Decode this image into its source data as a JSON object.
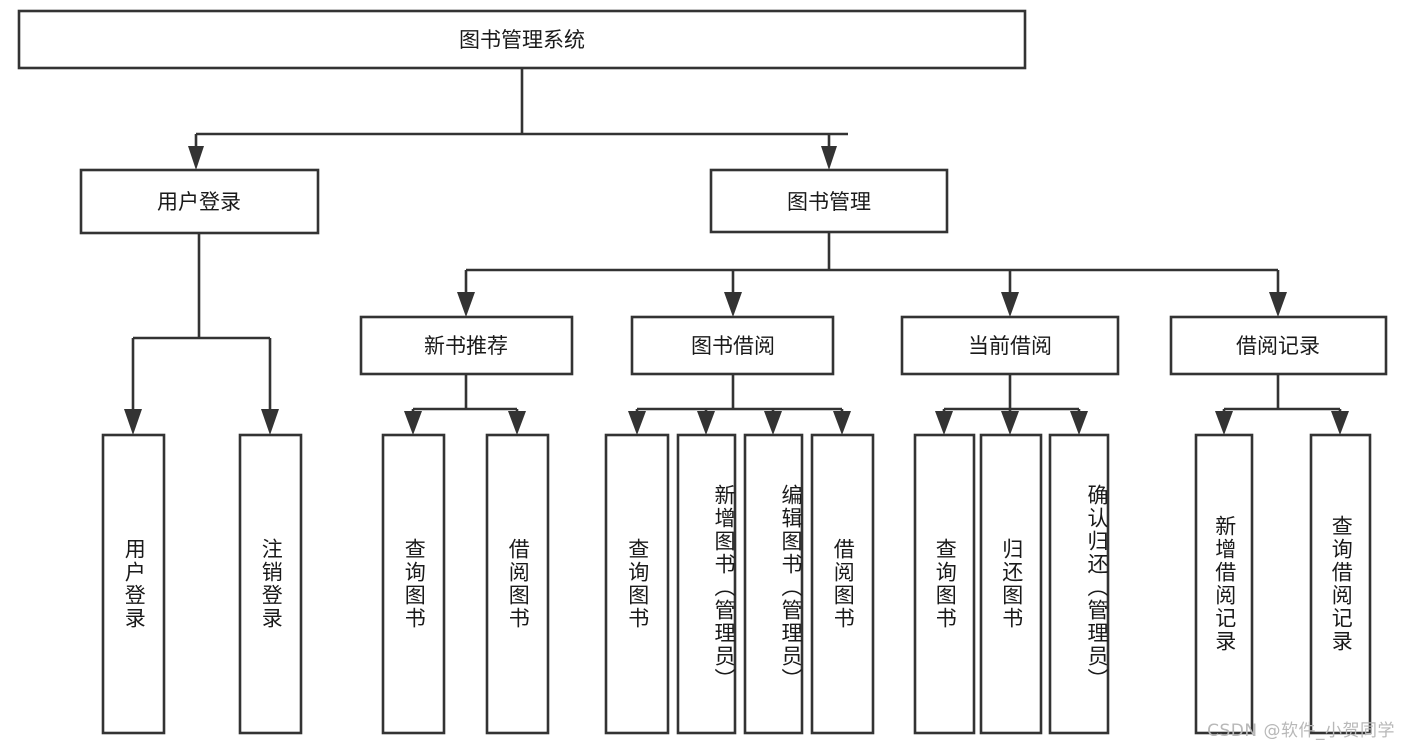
{
  "diagram": {
    "type": "tree-hierarchy",
    "title": "图书管理系统",
    "orientation": "top-down",
    "watermark": "CSDN @软件_小贺同学",
    "colors": {
      "box_fill": "#ffffff",
      "box_stroke": "#333333",
      "text": "#1a1a1a",
      "watermark": "#b8b8b8",
      "background": "#ffffff"
    },
    "root": {
      "label": "图书管理系统"
    },
    "level2": [
      {
        "label": "用户登录"
      },
      {
        "label": "图书管理"
      }
    ],
    "level3": [
      {
        "label": "新书推荐"
      },
      {
        "label": "图书借阅"
      },
      {
        "label": "当前借阅"
      },
      {
        "label": "借阅记录"
      }
    ],
    "leaves_user_login": [
      {
        "label": "用户登录"
      },
      {
        "label": "注销登录"
      }
    ],
    "leaves_new_book": [
      {
        "label": "查询图书"
      },
      {
        "label": "借阅图书"
      }
    ],
    "leaves_borrow": [
      {
        "label": "查询图书"
      },
      {
        "label": "新增图书（管理员）"
      },
      {
        "label": "编辑图书（管理员）"
      },
      {
        "label": "借阅图书"
      }
    ],
    "leaves_current": [
      {
        "label": "查询图书"
      },
      {
        "label": "归还图书"
      },
      {
        "label": "确认归还（管理员）"
      }
    ],
    "leaves_record": [
      {
        "label": "新增借阅记录"
      },
      {
        "label": "查询借阅记录"
      }
    ]
  }
}
